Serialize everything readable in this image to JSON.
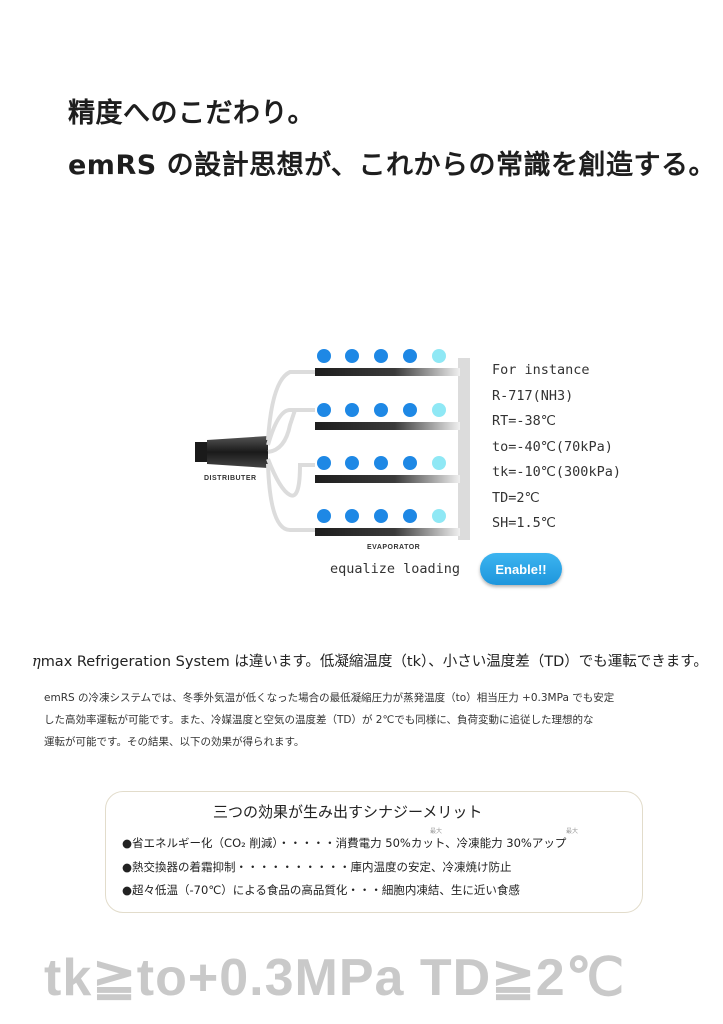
{
  "headline": {
    "line1": "精度へのこだわり。",
    "line2": "emRS の設計思想が、これからの常識を創造する。"
  },
  "diagram": {
    "distributor_label": "DISTRIBUTER",
    "evaporator_label": "EVAPORATOR",
    "equalize_label": "equalize loading",
    "colors": {
      "dot": "#1e88e5",
      "dot_light": "#8fe8f5",
      "tube": "#2a2a2a",
      "line": "#dcdcdc"
    }
  },
  "specs": {
    "items": [
      "For instance",
      "R-717(NH3)",
      "RT=-38℃",
      "to=-40℃(70kPa)",
      "tk=-10℃(300kPa)",
      "TD=2℃",
      "SH=1.5℃"
    ]
  },
  "enable_button": {
    "label": "Enable!!"
  },
  "tagline": {
    "eta": "η",
    "text": "max Refrigeration System は違います。低凝縮温度（tk）、小さい温度差（TD）でも運転できます。"
  },
  "body": {
    "line1": "emRS の冷凍システムでは、冬季外気温が低くなった場合の最低凝縮圧力が蒸発温度（to）相当圧力 +0.3MPa でも安定",
    "line2": "した高効率運転が可能です。また、冷媒温度と空気の温度差（TD）が 2℃でも同様に、負荷変動に追従した理想的な",
    "line3": "運転が可能です。その結果、以下の効果が得られます。"
  },
  "merits": {
    "title": "三つの効果が生み出すシナジーメリット",
    "items": [
      "●省エネルギー化（CO₂ 削減）・・・・・消費電力 50%カット、冷凍能力 30%アップ",
      "●熱交換器の着霜抑制・・・・・・・・・・庫内温度の安定、冷凍焼け防止",
      "●超々低温（-70℃）による食品の高品質化・・・細胞内凍結、生に近い食感"
    ],
    "note1": "最大",
    "note2": "最大"
  },
  "formula": {
    "text": "tk≧to+0.3MPa  TD≧2℃"
  }
}
